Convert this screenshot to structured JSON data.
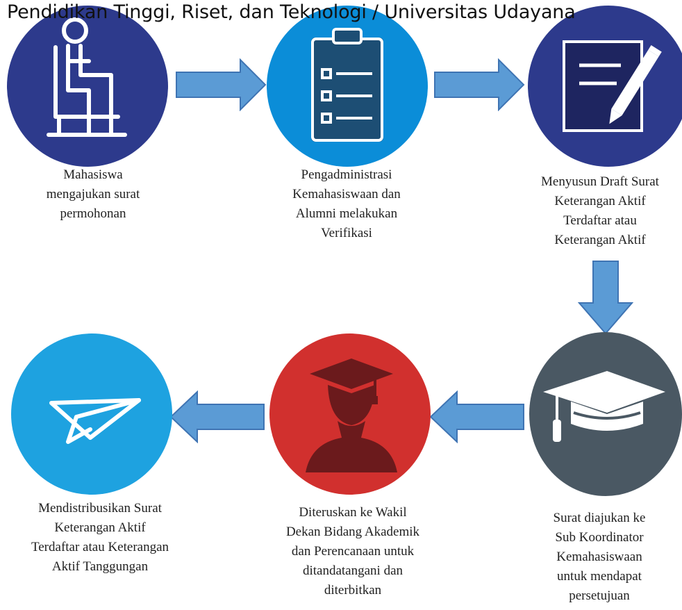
{
  "header": {
    "title": "Pendidikan Tinggi, Riset, dan Teknologi / Universitas Udayana"
  },
  "colors": {
    "navy": "#2D3A8C",
    "blue": "#0B8DD8",
    "red": "#D1302E",
    "slate": "#4A5863",
    "light_blue": "#1EA2E0",
    "arrow_fill": "#5B9BD5",
    "arrow_stroke": "#3F74B3"
  },
  "steps": [
    {
      "icon": "person-seated-icon",
      "lines": [
        "Mahasiswa",
        "mengajukan surat",
        "permohonan"
      ]
    },
    {
      "icon": "clipboard-checklist-icon",
      "lines": [
        "Pengadministrasi",
        "Kemahasiswaan dan",
        "Alumni melakukan",
        "Verifikasi"
      ]
    },
    {
      "icon": "document-pen-icon",
      "lines": [
        "Menyusun Draft Surat",
        "Keterangan Aktif",
        "Terdaftar atau",
        "Keterangan Aktif"
      ]
    },
    {
      "icon": "graduation-cap-icon",
      "lines": [
        "Surat diajukan ke",
        "Sub Koordinator",
        "Kemahasiswaan",
        "untuk mendapat",
        "persetujuan"
      ]
    },
    {
      "icon": "graduate-person-icon",
      "lines": [
        "Diteruskan ke Wakil",
        "Dekan Bidang Akademik",
        "dan Perencanaan untuk",
        "ditandatangani dan",
        "diterbitkan"
      ]
    },
    {
      "icon": "paper-plane-icon",
      "lines": [
        "Mendistribusikan Surat",
        "Keterangan Aktif",
        "Terdaftar atau Keterangan",
        "Aktif Tanggungan"
      ]
    }
  ]
}
